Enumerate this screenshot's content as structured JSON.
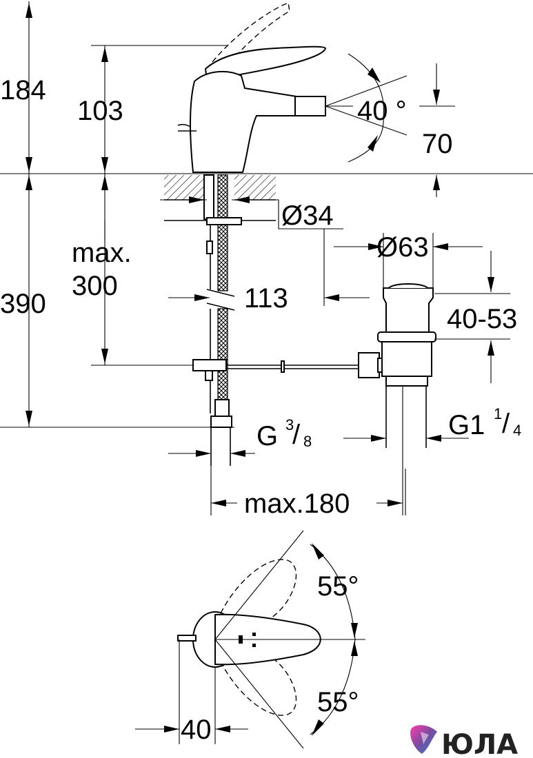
{
  "diagram": {
    "dimensions": {
      "d184": "184",
      "d103": "103",
      "d40deg": "40 °",
      "d70": "70",
      "d34": "Ø34",
      "d63": "Ø63",
      "dmax": "max.",
      "d300": "300",
      "d390": "390",
      "d113": "113",
      "d4053": "40-53",
      "g38_main": "G",
      "g38_num": "3",
      "g38_den": "8",
      "g114_main": "G1",
      "g114_num": "1",
      "g114_den": "4",
      "dmax180": "max.180",
      "d55top": "55°",
      "d55bottom": "55°",
      "d40": "40"
    },
    "watermark": {
      "text": "ЮЛА",
      "logo_icon": "yula-logo-icon"
    }
  }
}
